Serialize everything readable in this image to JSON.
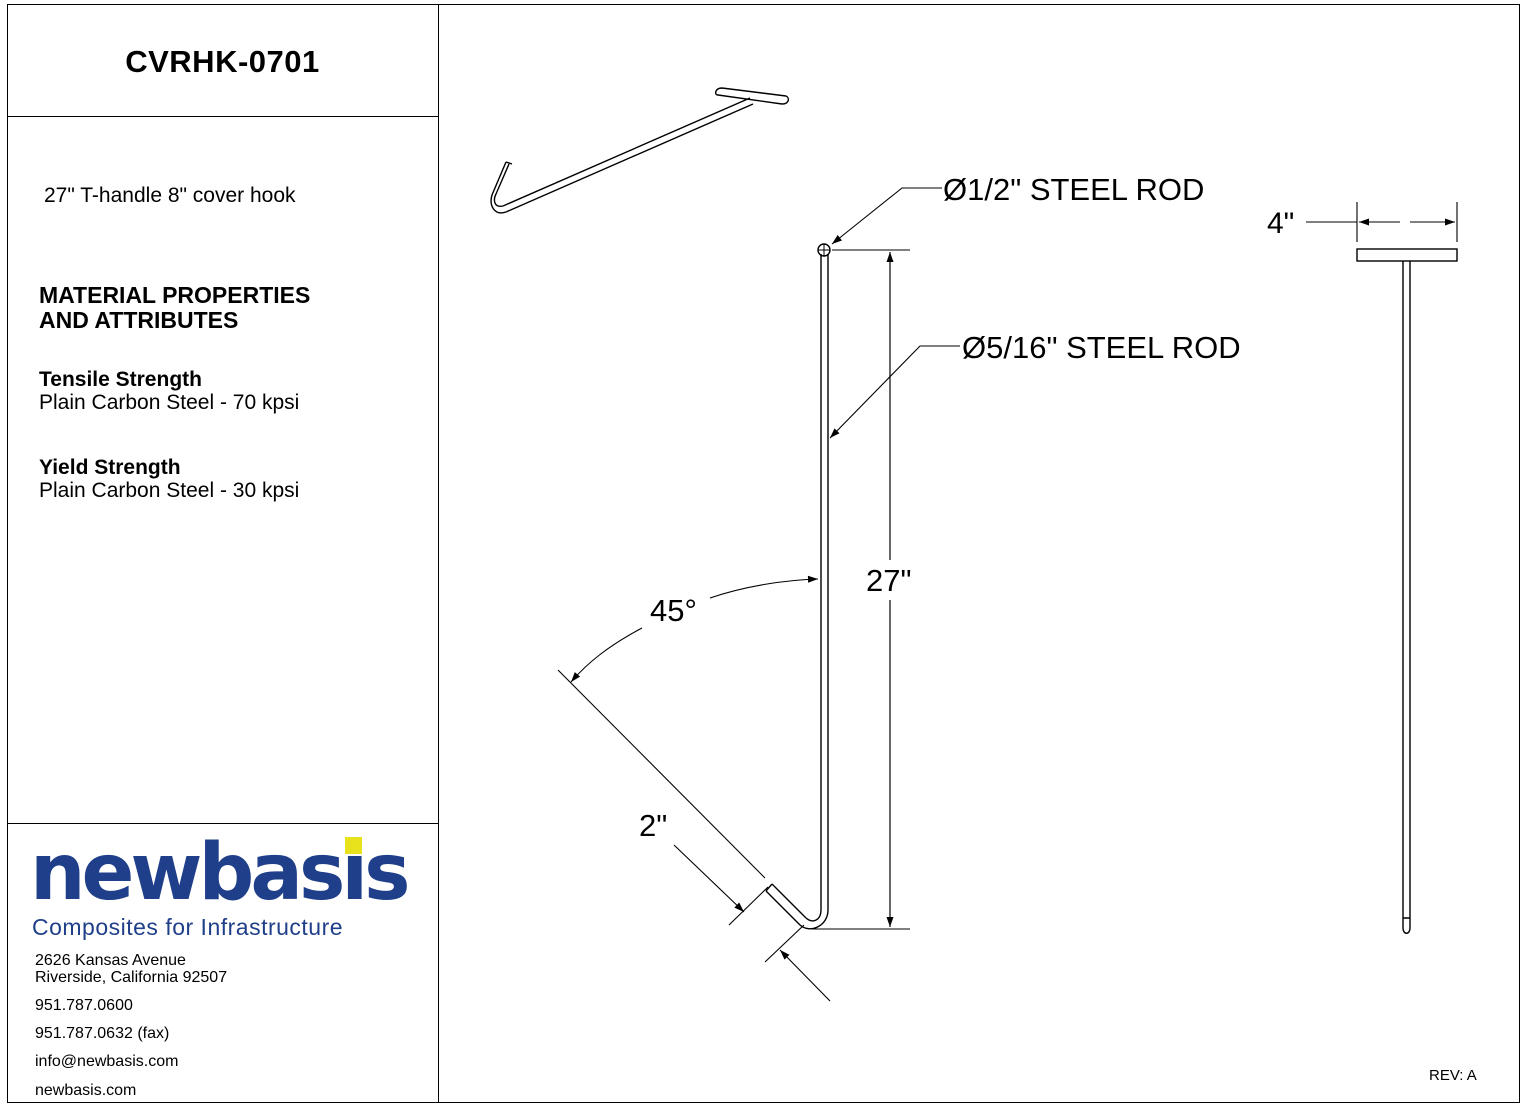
{
  "title_block": {
    "part_number": "CVRHK-0701",
    "description": "27\" T-handle 8\" cover hook",
    "material_heading_line1": "MATERIAL PROPERTIES",
    "material_heading_line2": "AND ATTRIBUTES",
    "properties": [
      {
        "title": "Tensile Strength",
        "value": "Plain Carbon Steel - 70 kpsi"
      },
      {
        "title": "Yield Strength",
        "value": "Plain Carbon Steel - 30 kpsi"
      }
    ]
  },
  "company": {
    "logo_text": "newbasis",
    "tagline": "Composites for Infrastructure",
    "address_line1": "2626 Kansas Avenue",
    "address_line2": "Riverside, California  92507",
    "phone": "951.787.0600",
    "fax": "951.787.0632 (fax)",
    "email": "info@newbasis.com",
    "website": "newbasis.com",
    "colors": {
      "logo_blue": "#1f3f8a",
      "logo_yellow": "#e8e21c"
    }
  },
  "drawing": {
    "callout_handle_rod": "Ø1/2\" STEEL ROD",
    "callout_shaft_rod": "Ø5/16\" STEEL ROD",
    "dim_handle_width": "4\"",
    "dim_length": "27\"",
    "dim_angle": "45°",
    "dim_hook": "2\""
  },
  "revision": "REV: A"
}
